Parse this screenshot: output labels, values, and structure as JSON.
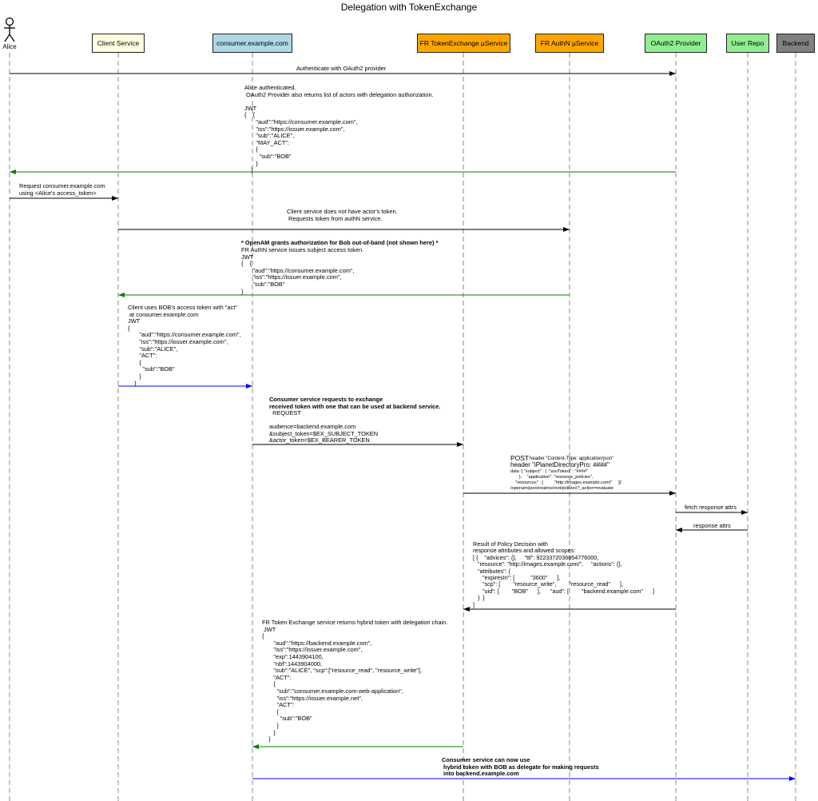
{
  "title": "Delegation with TokenExchange",
  "participants": {
    "alice": {
      "label": "Alice"
    },
    "client": {
      "label": "Client Service",
      "color": "#ffffe0"
    },
    "consumer": {
      "label": "consumer.example.com",
      "color": "#add8e6"
    },
    "tokenexchange": {
      "label": "FR TokenExchange µService",
      "color": "#ffa500"
    },
    "authn": {
      "label": "FR AuthN µService",
      "color": "#ffa500"
    },
    "oauth2": {
      "label": "OAuth2 Provider",
      "color": "#90ee90"
    },
    "userrepo": {
      "label": "User Repo",
      "color": "#90ee90"
    },
    "backend": {
      "label": "Backend",
      "color": "#808080"
    }
  },
  "arrow_colors": {
    "request": "#000000",
    "response": "#008000",
    "token": "#0000ff"
  },
  "messages": [
    {
      "id": "m1",
      "text": "Authenticate with OAuth2 provider"
    },
    {
      "id": "m2",
      "text": "Alice authenticated.\n OAuth2 Provider also returns list of actors with delegation authorization.\n\nJWT\n{    {\n       \"aud\":\"https://consumer.example.com\",\n       \"iss\":\"https://issuer.example.com\",\n       \"sub\":\"ALICE\",\n       \"MAY_ACT\":\n       {\n         \"sub\":\"BOB\"\n       }\n    }"
    },
    {
      "id": "m3",
      "text": "Request consumer.example.com\nusing <Alice's access_token>"
    },
    {
      "id": "m4",
      "text": "Client service does not have actor's token.\n Requests token from authN service."
    },
    {
      "id": "m5_bold",
      "text": "* OpenAM grants authorization for Bob out-of-band (not shown here) *"
    },
    {
      "id": "m5",
      "text": "FR AuthN service issues subject access token.\nJWT\n{    {\n       \"aud\":\"https://consumer.example.com\",\n       \"iss\":\"https://issuer.example.com\",\n       \"sub\":\"BOB\"\n}"
    },
    {
      "id": "m6",
      "text": "Client uses BOB's access token with \"act\"\n at consumer.example.com\nJWT\n{\n       \"aud\":\"https://consumer.example.com\",\n       \"iss\":\"https://issuer.example.com\",\n       \"sub\":\"ALICE\",\n       \"ACT\":\n       {\n         \"sub\":\"BOB\"\n       }\n    }"
    },
    {
      "id": "m7_bold",
      "text": "Consumer service requests to exchange\nreceived token with one that can be used at backend service."
    },
    {
      "id": "m7",
      "text": "  REQUEST\n\naudience=backend.example.com\n&subject_token=$EX_SUBJECT_TOKEN\n&actor_token=$EX_BEARER_TOKEN"
    },
    {
      "id": "m8_post",
      "text": "POST"
    },
    {
      "id": "m8_ct",
      "text": "header \"Content-Type: application/json\""
    },
    {
      "id": "m8_header",
      "text": "header \"iPlanetDirectoryPro: ####\""
    },
    {
      "id": "m8_small",
      "text": "data '{ \"subject\" : {  \"ssoToken\" : \"####\"\n       },    \"application\": \"resource_policies\",\n    \"resources\" : [         \"http://images.example.com/\"     ]}'\n/openam/json/realms/root/policies?_action=evaluate"
    },
    {
      "id": "m9",
      "text": "fetch response attrs"
    },
    {
      "id": "m10",
      "text": "response attrs"
    },
    {
      "id": "m11",
      "text": "Result of Policy Decision with\nresponse attributes and allowed scopes:\n[ {    \"advices\": {},     \"ttl\": 9223372036854776000,\n   \"resource\": \"http://images.example.com/\",     \"actions\": {},\n   \"attributes\": {\n      \"expiresIn\": [          \"3600\"      ],\n      \"scp\": [        \"resource_write\",        \"resource_read\"      ],\n      \"uid\": [        \"BOB\"      ],      \"aud\": [        \"backend.example.com\"      ]\n   }  }\n]"
    },
    {
      "id": "m12",
      "text": "FR Token Exchange service returns hybrid token with delegation chain.\n JWT\n{\n       \"aud\":\"https://backend.example.com\",\n       \"iss\":\"https://issuer.example.com\",\n       \"exp\":1443904100,\n       \"nbf\":1443904000,\n       \"sub\":\"ALICE\", \"scp\":[\"resource_read\", \"resource_write\"],\n       \"ACT\":\n       {\n         \"sub\":\"consumer.example.com-web-application\",\n         \"iss\":\"https://issuer.example.net\",\n         \"ACT\":\n         {\n           \"sub\":\"BOB\"\n         }\n       }\n    }"
    },
    {
      "id": "m13_bold",
      "text": "Consumer service can now use\n hybrid token with BOB as delegate for making requests\n into backend.example.com"
    }
  ]
}
